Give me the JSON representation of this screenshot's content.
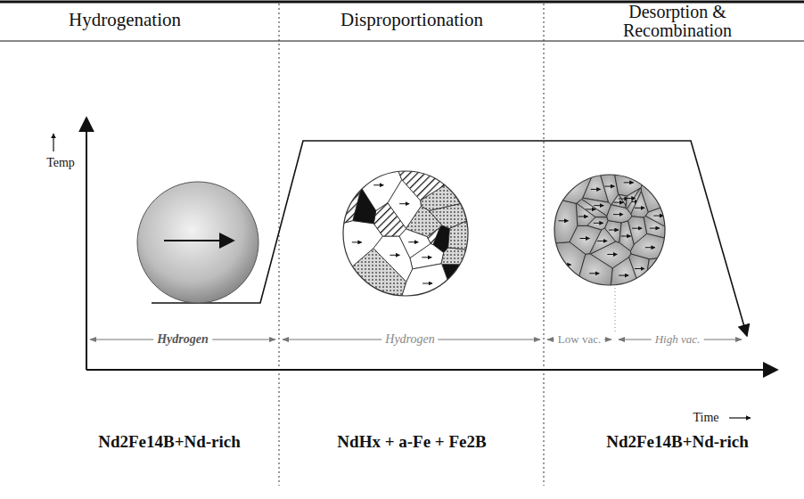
{
  "diagram": {
    "labels": [
      "Hydrogenation",
      "Disproportionation",
      "Desorption & Recombination",
      "Temp",
      "Hydrogen",
      "Hydrogen",
      "Low vac.",
      "High vac.",
      "Time",
      "Nd2Fe14B+Nd-rich",
      "NdHx + a-Fe + Fe2B",
      "Nd2Fe14B+Nd-rich"
    ]
  }
}
